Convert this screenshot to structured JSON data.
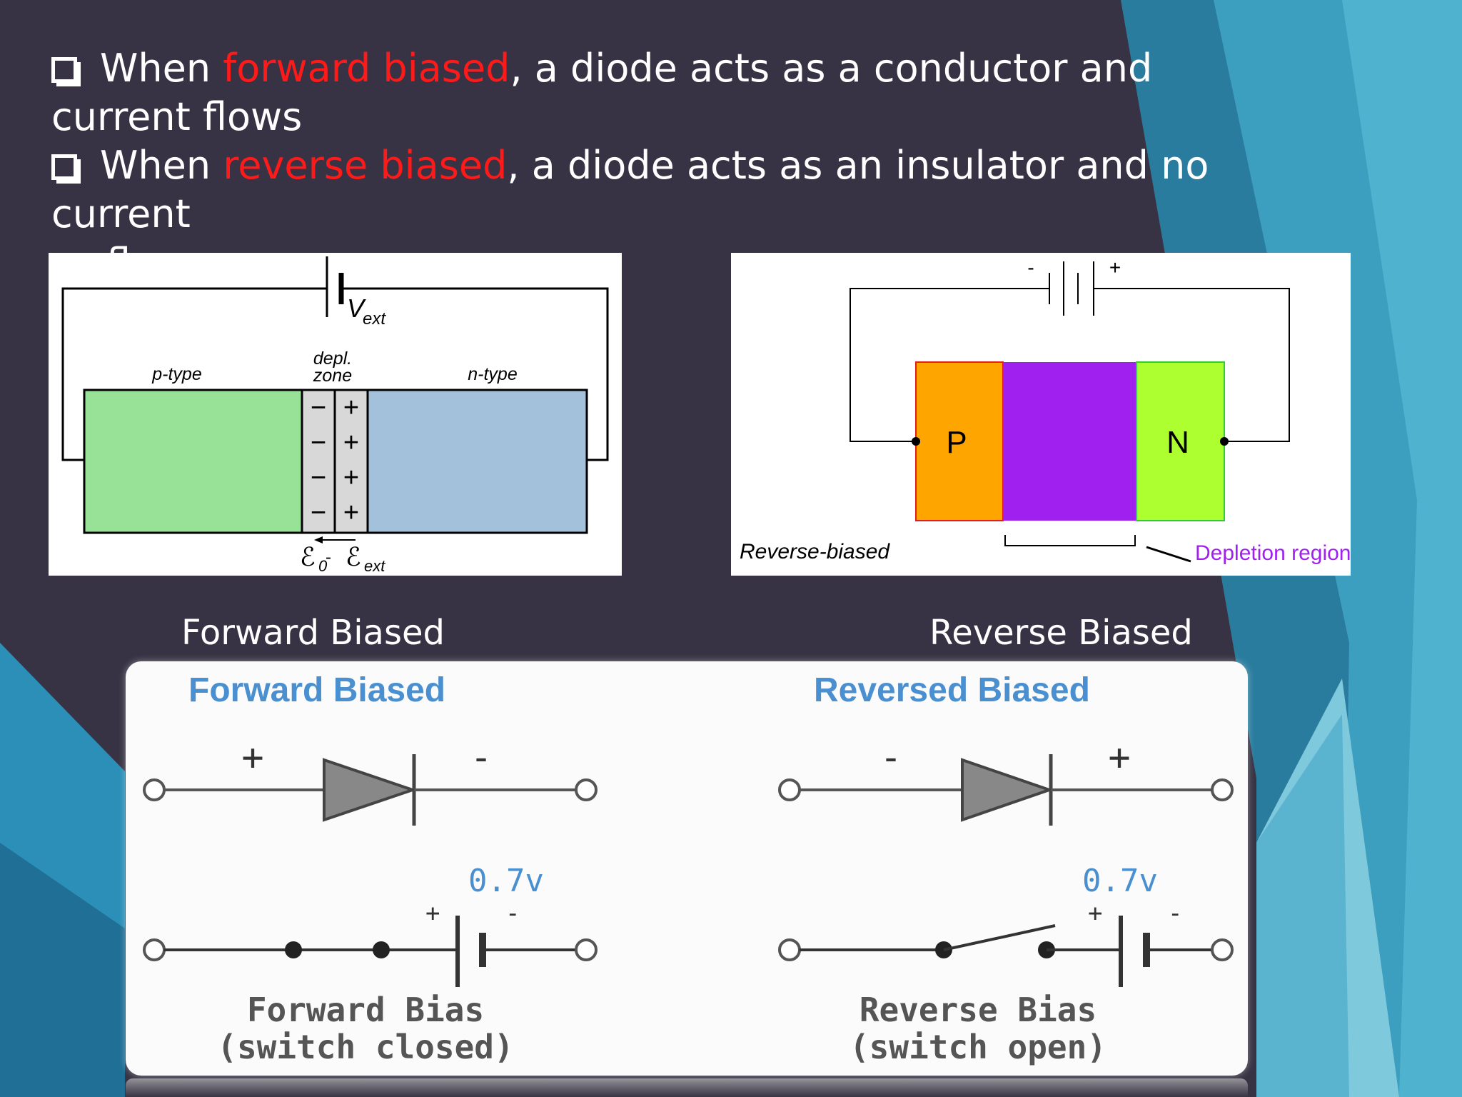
{
  "colors": {
    "background": "#373344",
    "highlight": "#ff1a1a",
    "p_type": "#98e298",
    "n_type": "#a3c1da",
    "depletion_zone": "#d8d8d8",
    "p_block": "#ffa500",
    "depletion_block": "#a020f0",
    "n_block": "#adff2f",
    "depletion_label": "#a020f0",
    "switch_heading": "#4a8fd0"
  },
  "bullets": [
    {
      "pre": "When ",
      "highlight": "forward biased",
      "post": ", a diode acts as a conductor and",
      "cont": "current flows"
    },
    {
      "pre": "When ",
      "highlight": "reverse biased",
      "post": ", a diode acts as an insulator and no current",
      "cont": "flows."
    }
  ],
  "forward_diagram": {
    "voltage_label": "V",
    "voltage_sub": "ext",
    "p_label": "p-type",
    "depl_label_1": "depl.",
    "depl_label_2": "zone",
    "n_label": "n-type",
    "minus": "−",
    "plus": "+",
    "field_label": "ℰ",
    "field_sub_0": "0",
    "field_dash": " - ",
    "field_sub_ext": "ext"
  },
  "reverse_diagram": {
    "battery_minus": "-",
    "battery_plus": "+",
    "p_label": "P",
    "n_label": "N",
    "state_label": "Reverse-biased",
    "depletion_label": "Depletion region"
  },
  "captions": {
    "forward": "Forward Biased",
    "reverse": "Reverse Biased"
  },
  "switch_diagram": {
    "forward_heading": "Forward Biased",
    "reverse_heading": "Reversed Biased",
    "plus": "+",
    "minus": "-",
    "voltage": "0.7v",
    "forward_bias_1": "Forward Bias",
    "forward_bias_2": "(switch closed)",
    "reverse_bias_1": "Reverse Bias",
    "reverse_bias_2": "(switch open)"
  }
}
